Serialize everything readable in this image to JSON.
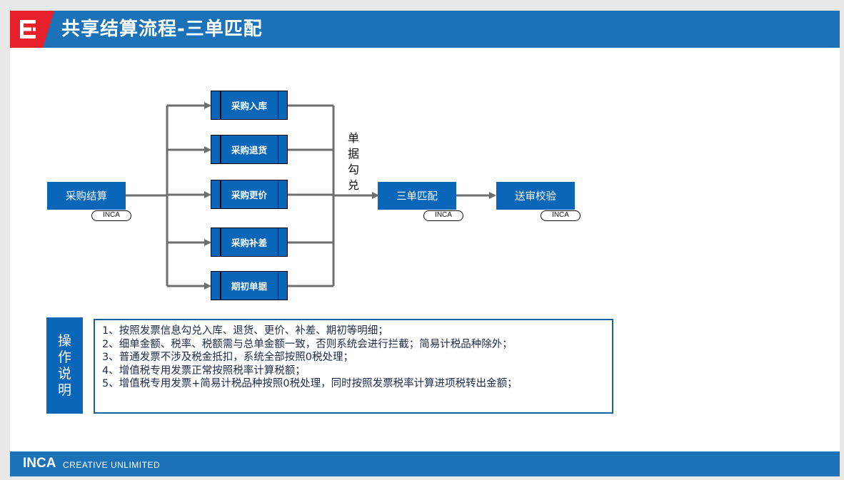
{
  "header": {
    "title": "共享结算流程-三单匹配",
    "logo_icon": "e-logo-icon"
  },
  "flow": {
    "start": {
      "label": "采购结算",
      "tag": "INCA"
    },
    "branches": [
      "采购入库",
      "采购退货",
      "采购更价",
      "采购补差",
      "期初单据"
    ],
    "merge_label": [
      "单",
      "据",
      "勾",
      "兑"
    ],
    "match": {
      "label": "三单匹配",
      "tag": "INCA"
    },
    "review": {
      "label": "送审校验",
      "tag": "INCA"
    }
  },
  "instructions": {
    "title_chars": [
      "操",
      "作",
      "说",
      "明"
    ],
    "items": [
      "1、按照发票信息勾兑入库、退货、更价、补差、期初等明细；",
      "2、细单金额、税率、税额需与总单金额一致，否则系统会进行拦截；简易计税品种除外；",
      "3、普通发票不涉及税金抵扣，系统全部按照0税处理；",
      "4、增值税专用发票正常按照税率计算税额；",
      "5、增值税专用发票+简易计税品种按照0税处理，同时按照发票税率计算进项税转出金额；"
    ]
  },
  "footer": {
    "brand": "INCA",
    "tagline": "CREATIVE UNLIMITED"
  },
  "colors": {
    "header_blue": "#1b72b9",
    "node_blue": "#0a66b8",
    "logo_red": "#e8202c",
    "line_gray": "#6e6e6e"
  }
}
